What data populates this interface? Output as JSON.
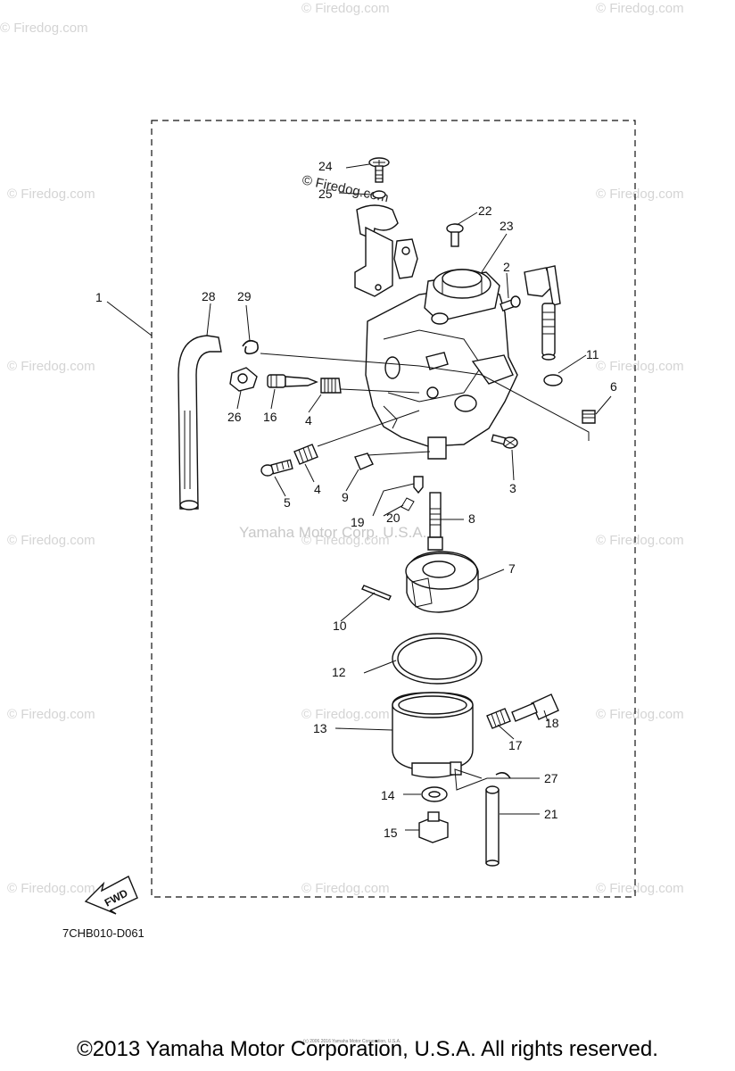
{
  "watermark": {
    "text": "© Firedog.com"
  },
  "center_watermark": "Yamaha Motor Corp. U.S.A.",
  "stamp": "© Firedog.com",
  "fwd_label": "FWD",
  "diagram_code": "7CHB010-D061",
  "fine_print": "(c) 2006 2016 Yamaha Motor Corporation, U.S.A.",
  "copyright": "©2013 Yamaha Motor Corporation, U.S.A. All rights reserved.",
  "callouts": {
    "c1": "1",
    "c2": "2",
    "c3": "3",
    "c4a": "4",
    "c4b": "4",
    "c5": "5",
    "c6": "6",
    "c7": "7",
    "c8": "8",
    "c9": "9",
    "c10": "10",
    "c11": "11",
    "c12": "12",
    "c13": "13",
    "c14": "14",
    "c15": "15",
    "c16": "16",
    "c17": "17",
    "c18": "18",
    "c19": "19",
    "c20": "20",
    "c21": "21",
    "c22": "22",
    "c23": "23",
    "c24": "24",
    "c25": "25",
    "c26": "26",
    "c27": "27",
    "c28": "28",
    "c29": "29"
  }
}
